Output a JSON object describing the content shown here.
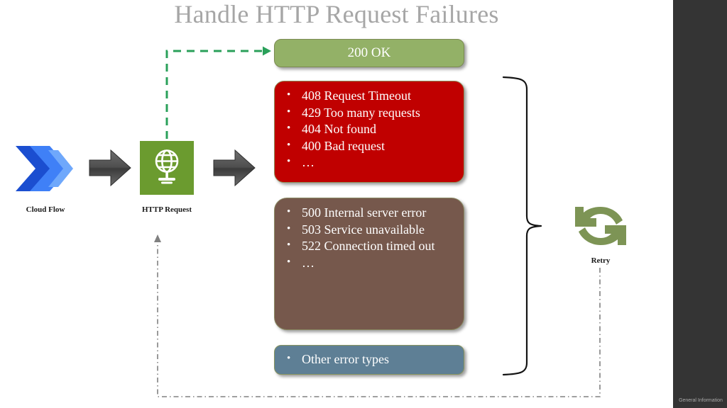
{
  "slide": {
    "title": "Handle HTTP Request Failures",
    "background": "#ffffff"
  },
  "side_panel": {
    "label": "General Information",
    "background": "#343434"
  },
  "nodes": {
    "cloud_flow": {
      "caption": "Cloud  Flow",
      "icon": "power-automate-flow-icon",
      "colors": {
        "dark": "#1a4fd0",
        "mid": "#3f7df5",
        "light": "#6ba5fb"
      }
    },
    "http_request": {
      "caption": "HTTP Request",
      "icon": "globe-http-icon",
      "background": "#6b9b2f"
    },
    "retry": {
      "caption": "Retry",
      "icon": "retry-refresh-icon",
      "color": "#7d9455"
    }
  },
  "boxes": {
    "ok": {
      "label": "200 OK",
      "color": "#93b167"
    },
    "client_errors": {
      "color": "#c00000",
      "items": [
        "408 Request Timeout",
        "429 Too many requests",
        "404 Not found",
        "400 Bad request",
        "…"
      ]
    },
    "server_errors": {
      "color": "#76584c",
      "items": [
        "500 Internal server error",
        "503 Service unavailable",
        "522 Connection timed out",
        "…"
      ]
    },
    "other_errors": {
      "color": "#5e7f95",
      "items": [
        "Other error types"
      ]
    }
  },
  "connectors": {
    "success_arrow": {
      "name": "green-dashed-success-arrow",
      "color": "#2aa05a"
    },
    "retry_loop": {
      "name": "retry-dash-dot-loop",
      "color": "#808080"
    },
    "brace": {
      "name": "right-curly-brace",
      "color": "#111111"
    },
    "gray_arrow_1": {
      "name": "gray-block-arrow",
      "color": "#4a4a4a"
    },
    "gray_arrow_2": {
      "name": "gray-block-arrow",
      "color": "#4a4a4a"
    }
  }
}
